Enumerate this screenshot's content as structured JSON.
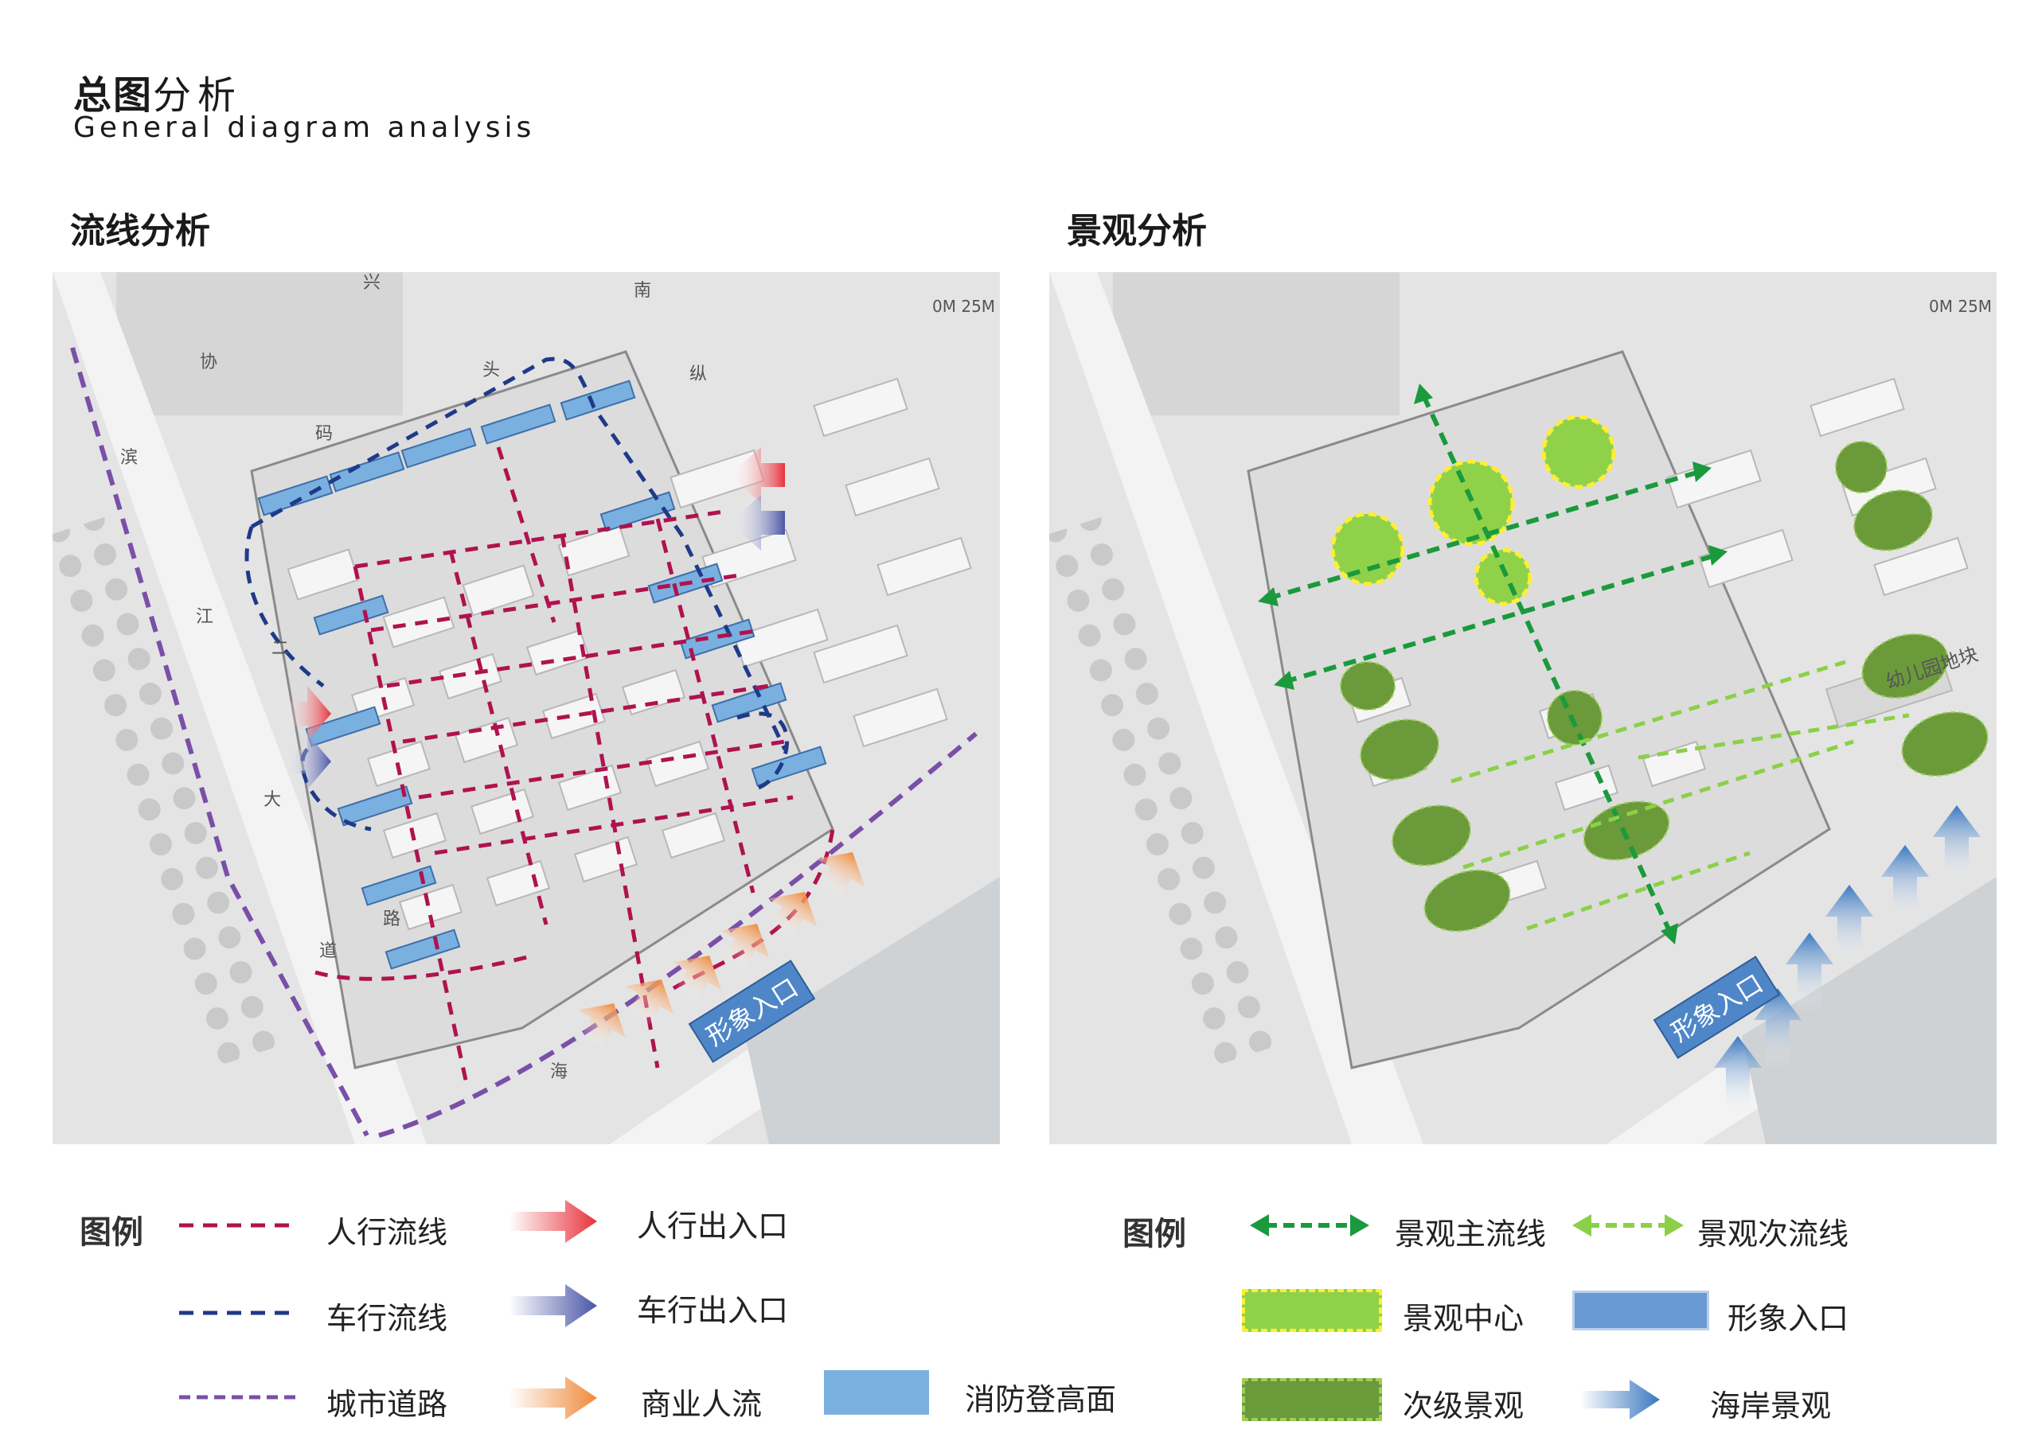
{
  "header": {
    "title_bold": "总图",
    "title_light": "分析",
    "subtitle": "General diagram analysis"
  },
  "flow_panel": {
    "title": "流线分析",
    "entry_label": "形象入口",
    "scale_label": "0M 25M",
    "road_labels": [
      "兴",
      "南",
      "协",
      "头",
      "码",
      "纵",
      "滨",
      "江",
      "二",
      "大",
      "道",
      "路",
      "海"
    ],
    "legend": {
      "title": "图例",
      "items": [
        {
          "label": "人行流线",
          "color": "#b0124f",
          "symbol": "dashed-line"
        },
        {
          "label": "人行出入口",
          "color": "#e8323c",
          "symbol": "arrow"
        },
        {
          "label": "车行流线",
          "color": "#1f3a8a",
          "symbol": "dashed-line"
        },
        {
          "label": "车行出入口",
          "color": "#4a56a8",
          "symbol": "arrow"
        },
        {
          "label": "城市道路",
          "color": "#7a4fa8",
          "symbol": "dashed-line"
        },
        {
          "label": "商业人流",
          "color": "#f08a3c",
          "symbol": "arrow"
        },
        {
          "label": "消防登高面",
          "color": "#7ab0e0",
          "symbol": "rect"
        }
      ]
    }
  },
  "landscape_panel": {
    "title": "景观分析",
    "entry_label": "形象入口",
    "scale_label": "0M 25M",
    "building_label": "幼儿园地块",
    "legend": {
      "title": "图例",
      "items": [
        {
          "label": "景观主流线",
          "color": "#1a9a3c",
          "symbol": "double-arrow-line"
        },
        {
          "label": "景观次流线",
          "color": "#8bd048",
          "symbol": "double-arrow-line"
        },
        {
          "label": "景观中心",
          "color": "#8fd24a",
          "symbol": "rect-dashed-yellow"
        },
        {
          "label": "形象入口",
          "color": "#5b8fd0",
          "symbol": "rect"
        },
        {
          "label": "次级景观",
          "color": "#6a9a3a",
          "symbol": "rect-dashed"
        },
        {
          "label": "海岸景观",
          "color": "#3a78c0",
          "symbol": "arrow"
        }
      ]
    }
  },
  "colors": {
    "pedestrian": "#b0124f",
    "vehicle": "#1f3a8a",
    "city_road": "#7a4fa8",
    "fire_face": "#7ab0e0",
    "main_landscape": "#1a9a3c",
    "secondary_landscape": "#8bd048",
    "landscape_center": "#8fd24a",
    "secondary_green": "#6a9a3a",
    "entry_box": "#4f86c8"
  }
}
